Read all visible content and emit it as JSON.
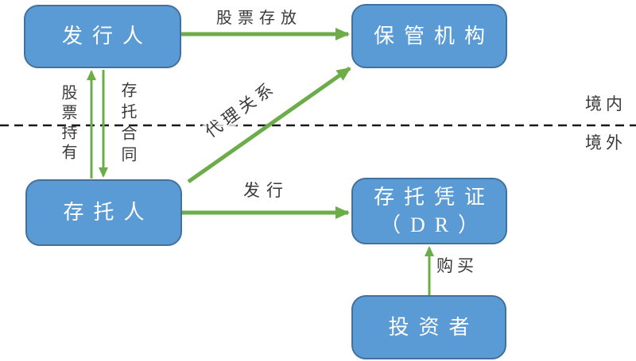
{
  "diagram": {
    "nodes": {
      "issuer": "发行人",
      "custodian": "保管机构",
      "depositary": "存托人",
      "dr_line1": "存托凭证",
      "dr_line2": "（DR）",
      "investor": "投资者"
    },
    "edges": {
      "deposit": "股票存放",
      "holding": "股票持有",
      "contract": "存托合同",
      "agency": "代理关系",
      "issue": "发行",
      "purchase": "购买"
    },
    "regions": {
      "above_line": "境内",
      "below_line": "境外"
    },
    "colors": {
      "node_fill": "#5B9BD5",
      "node_border": "#41719C",
      "node_text": "#FFFFFF",
      "arrow_green": "#6CAD4A",
      "divider": "#1A1A1A",
      "label_text": "#3A3A3A"
    }
  }
}
